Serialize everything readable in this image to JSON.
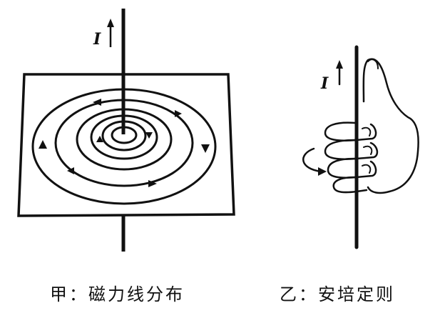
{
  "panel_left": {
    "current_label": "I",
    "caption": "甲：磁力线分布"
  },
  "panel_right": {
    "current_label": "I",
    "caption": "乙：安培定则"
  },
  "colors": {
    "ink": "#111111",
    "paper": "#ffffff"
  }
}
